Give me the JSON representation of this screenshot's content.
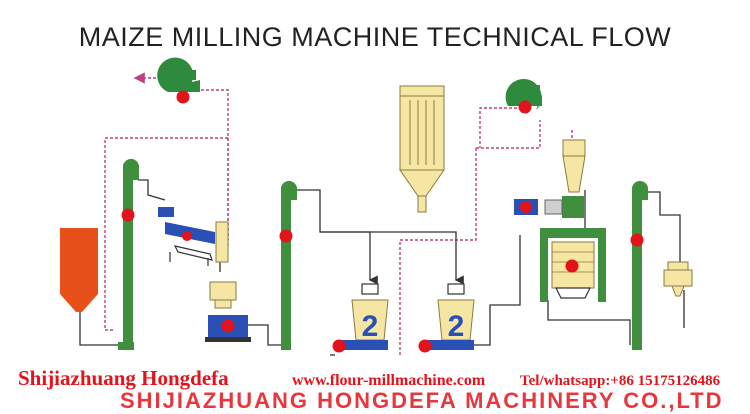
{
  "title": "MAIZE MILLING MACHINE TECHNICAL FLOW",
  "footer": {
    "company": "Shijiazhuang Hongdefa",
    "website": "www.flour-millmachine.com",
    "contact": "Tel/whatsapp:+86 15175126486",
    "cut_off_banner": "SHIJIAZHUANG HONGDEFA MACHINERY CO.,LTD"
  },
  "colors": {
    "elevator": "#3f8f3f",
    "valve": "#e3131b",
    "hopper": "#e8501a",
    "cyclone_body": "#f6e6a3",
    "cyclone_line": "#8a7a40",
    "mill_blue": "#2a4fb5",
    "airline": "#c0407f",
    "feedline": "#333333",
    "text_red": "#e3131b"
  },
  "icons": [
    "fan-icon",
    "bucket-elevator-icon",
    "raw-material-bin-icon",
    "screen-cleaner-icon",
    "destoner-icon",
    "peeling-machine-icon",
    "flour-mill-icon",
    "pulse-dust-collector-icon",
    "cyclone-icon",
    "sifter-icon",
    "packing-machine-icon"
  ]
}
